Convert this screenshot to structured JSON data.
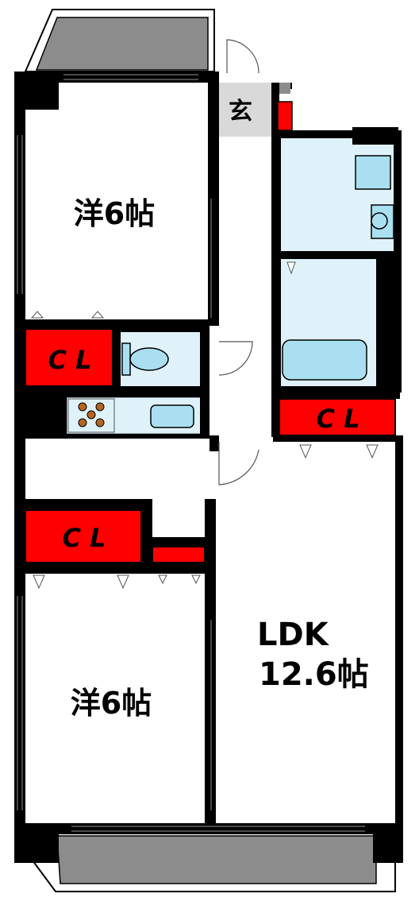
{
  "floorplan": {
    "rooms": {
      "bedroom_top": "洋6帖",
      "bedroom_bottom": "洋6帖",
      "ldk_name": "LDK",
      "ldk_size": "12.6帖",
      "entrance": "玄"
    },
    "closets": [
      "C L",
      "C L",
      "C L"
    ],
    "colors": {
      "wall": "#000000",
      "closet": "#ff0000",
      "wet_area": "#dff2fa",
      "fixture": "#a9dff0",
      "balcony": "#8c8c8c",
      "floor": "#ffffff",
      "entrance_floor": "#d9d9d9"
    }
  }
}
